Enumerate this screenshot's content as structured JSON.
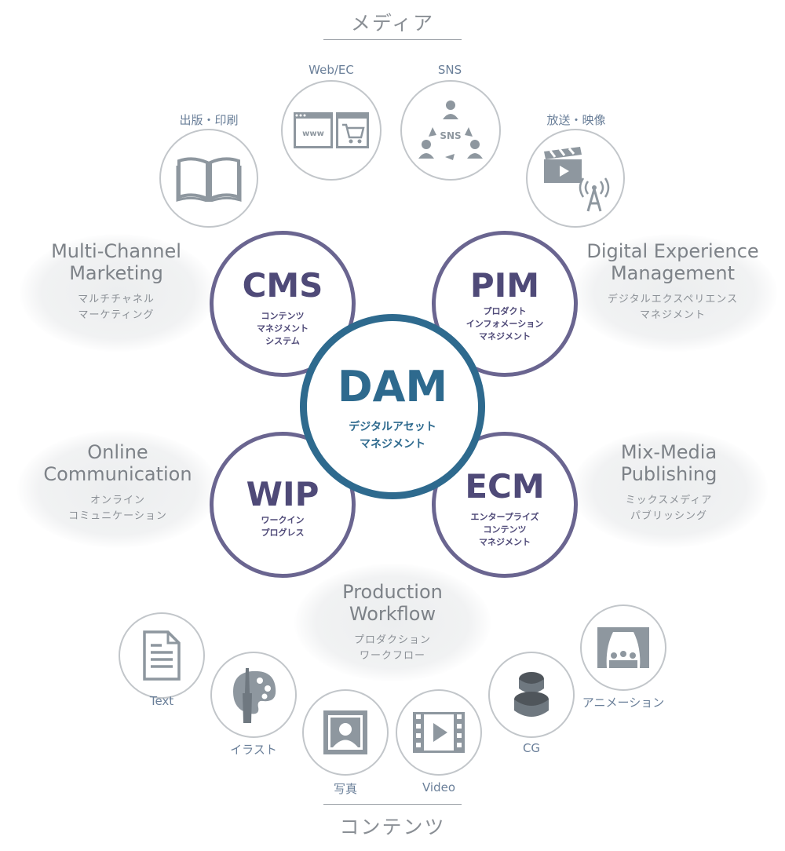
{
  "media_title": "メディア",
  "contents_title": "コンテンツ",
  "media_items": [
    {
      "label": "出版・印刷",
      "icon": "book-icon"
    },
    {
      "label": "Web/EC",
      "icon": "browser-cart-icon"
    },
    {
      "label": "SNS",
      "icon": "sns-icon"
    },
    {
      "label": "放送・映像",
      "icon": "broadcast-icon"
    }
  ],
  "clouds": [
    {
      "en": "Multi-Channel\nMarketing",
      "jp": "マルチチャネル\nマーケティング"
    },
    {
      "en": "Digital Experience\nManagement",
      "jp": "デジタルエクスペリエンス\nマネジメント"
    },
    {
      "en": "Online\nCommunication",
      "jp": "オンライン\nコミュニケーション"
    },
    {
      "en": "Mix-Media\nPublishing",
      "jp": "ミックスメディア\nパブリッシング"
    },
    {
      "en": "Production\nWorkflow",
      "jp": "プロダクション\nワークフロー"
    }
  ],
  "systems": [
    {
      "title": "CMS",
      "sub": "コンテンツ\nマネジメント\nシステム"
    },
    {
      "title": "PIM",
      "sub": "プロダクト\nインフォメーション\nマネジメント"
    },
    {
      "title": "WIP",
      "sub": "ワークイン\nプログレス"
    },
    {
      "title": "ECM",
      "sub": "エンタープライズ\nコンテンツ\nマネジメント"
    }
  ],
  "dam": {
    "title": "DAM",
    "sub": "デジタルアセット\nマネジメント"
  },
  "content_items": [
    {
      "label": "Text",
      "icon": "document-icon"
    },
    {
      "label": "イラスト",
      "icon": "palette-icon"
    },
    {
      "label": "写真",
      "icon": "portrait-icon"
    },
    {
      "label": "Video",
      "icon": "film-icon"
    },
    {
      "label": "CG",
      "icon": "cg-figure-icon"
    },
    {
      "label": "アニメーション",
      "icon": "theater-icon"
    }
  ],
  "colors": {
    "system_ring": "#6a6590",
    "dam_ring": "#2e6a8e",
    "icon_gray": "#8e979f"
  }
}
